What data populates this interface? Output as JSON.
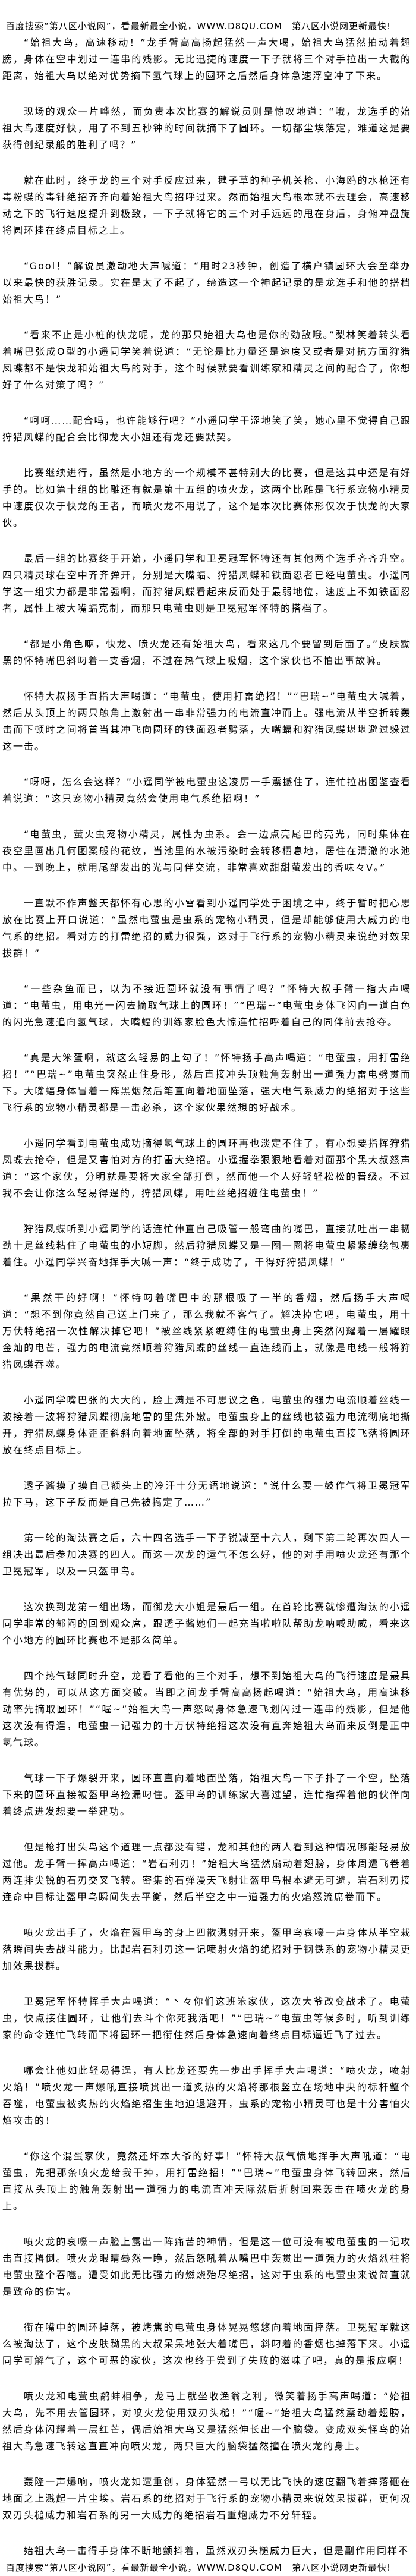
{
  "banner": "百度搜索“第八区小说网”，看最新最全小说，WWW.D8QU.COM　第八区小说网更新最快!",
  "paragraphs": [
    "“始祖大鸟，高速移动！”龙手臂高高扬起猛然一声大喝，始祖大鸟猛然拍动着翅膀，身体在空中划过一连串的残影。无比迅捷的速度一下子就将三个对手拉出一大截的距离，始祖大鸟以绝对优势摘下氢气球上的圆环之后然后身体急速浮空冲了下来。",
    "现场的观众一片哗然，而负责本次比赛的解说员则是惊叹地道：“哦，龙选手的始祖大鸟速度好快，用了不到五秒钟的时间就摘下了圆环。一切都尘埃落定，难道这是要获得创纪录般的胜利了吗？”",
    "就在此时，终于龙的三个对手反应过来，毽子草的种子机关枪、小海鸥的水枪还有毒粉蝶的毒针绝招齐齐向着始祖大鸟招呼过来。然而始祖大鸟根本就不去理会，高速移动之下的飞行速度提升到极致，一下子就将它的三个对手远远的甩在身后，身俯冲盘旋将圆环挂在终点目标之上。",
    "“Gool！”解说员激动地大声喊道：“用时23秒钟，创造了横户镇圆环大会至举办以来最快的获胜记录。实在是太了不起了，缔造这一个神起记录的是龙选手和他的搭档始祖大鸟！”",
    "“看来不止是小桩的快龙呢，龙的那只始祖大鸟也是你的劲敌哦。”梨林笑着转头看着嘴巴张成O型的小遥同学笑着说道：“无论是比力量还是速度又或者是对抗方面狩猎凤蝶都不是快龙和始祖大鸟的对手，这个时候就要看训练家和精灵之间的配合了，你想好了什么对策了吗？”",
    "“呵呵……配合吗，也许能够行吧？”小遥同学干涩地笑了笑，她心里不觉得自己跟狩猎凤蝶的配合会比御龙大小姐还有龙还要默契。",
    "比赛继续进行，虽然是小地方的一个规模不甚特别大的比赛，但是这其中还是有好手的。比如第十组的比雕还有就是第十五组的喷火龙，这两个比雕是飞行系宠物小精灵中速度仅次于快龙的王者，而喷火龙不用说了，这个是本次比赛体形仅次于快龙的大家伙。",
    "最后一组的比赛终于开始，小遥同学和卫冕冠军怀特还有其他两个选手齐齐升空。四只精灵球在空中齐齐弹开，分别是大嘴蝠、狩猎凤蝶和铁面忍者已经电萤虫。小遥同学这一组实力都是非常强啊，而狩猎凤蝶看起来反而处于最弱地位，速度上不如铁面忍者，属性上被大嘴蝠克制，而那只电萤虫则是卫冕冠军怀特的搭档了。",
    "“都是小角色嘛，快龙、喷火龙还有始祖大鸟，看来这几个要留到后面了。”皮肤黝黑的怀特嘴巴斜叼着一支香烟，不过在热气球上吸烟，这个家伙也不怕出事故嘛。",
    "怀特大叔扬手直指大声喝道：“电萤虫，使用打雷绝招！”“巴瑞~”电萤虫大喊着，然后从头顶上的两只触角上激射出一串非常强力的电流直冲而上。强电流从半空折转轰击而下顿时之间将首当其冲飞向圆环的铁面忍者劈落，大嘴蝠和狩猎凤蝶堪堪避过躲过这一击。",
    "“呀呀，怎么会这样？”小遥同学被电萤虫这凌厉一手震撼住了，连忙拉出图鉴查看着说道：“这只宠物小精灵竟然会使用电气系绝招啊！”",
    "“电萤虫，萤火虫宠物小精灵，属性为虫系。会一边点亮尾巴的亮光，同时集体在夜空里画出几何图案般的花纹，当池里的水被污染时会转移栖息地，居住在清澈的水池中。一到晚上，就用尾部发出的光与同伴交流，非常喜欢甜甜萤发出的香味々V。”",
    "一直默不作声整天都怀有心思的小雪看到小遥同学处于困境之中，终于暂时把心思放在比赛上开口说道：“虽然电萤虫是虫系的宠物小精灵，但是却能够使用大威力的电气系的绝招。看对方的打雷绝招的威力很强，这对于飞行系的宠物小精灵来说绝对效果拔群！”",
    "“一些杂鱼而已，以为不接近圆环就没有事情了吗？”怀特大叔手臂一指大声喝道：“电萤虫，用电光一闪去摘取气球上的圆环！”“巴瑞~”电萤虫身体飞闪向一道白色的闪光急速追向氢气球，大嘴蝠的训练家脸色大惊连忙招呼着自己的同伴前去抢夺。",
    "“真是大笨蛋啊，就这么轻易的上勾了！”怀特扬手高声喝道：“电萤虫，用打雷绝招！”“巴瑞~”电萤虫突然止住身形，然后直接冲头顶触角轰射出一道强力雷电劈贯而下。大嘴蝠身体冒着一阵黑烟然后笔直向着地面坠落，强大电气系威力的绝招对于这些飞行系的宠物小精灵都是一击必杀，这个家伙果然想的好战术。",
    "小遥同学看到电萤虫成功摘得氢气球上的圆环再也淡定不住了，有心想要指挥狩猎凤蝶去抢夺，但是又害怕对方的打雷大绝招。小遥握拳狠狠地看着对面那个黑大叔怒声道：“这个家伙，分明就是要将大家全部打倒，然而他一个人好轻轻松松的晋级。不过我不会让你这么轻易得逞的，狩猎凤蝶，用吐丝绝招缠住电萤虫！”",
    "狩猎凤蝶听到小遥同学的话连忙伸直自己吸管一般弯曲的嘴巴，直接就吐出一串韧劲十足丝线粘住了电萤虫的小短脚，然后狩猎凤蝶又是一圈一圈将电萤虫紧紧缠绕包裹着住。小遥同学兴奋地挥手大喊一声：“终于成功了，干得好狩猎凤蝶！”",
    "“果然干的好啊！”怀特叼着嘴巴中的那根吸了一半的香烟，然后扬手大声喝道：“想不到你竟然自己送上门来了，那么我就不客气了。解决掉它吧，电萤虫，用十万伏特绝招一次性解决掉它吧！”被丝线紧紧缠缚住的电萤虫身上突然闪耀着一层耀眼金灿的电芒，强力的电流竟然顺着狩猎凤蝶的丝线一直连线而上，就像是电线一般将狩猎凤蝶吞噬。",
    "小遥同学嘴巴张的大大的，脸上满是不可思议之色，电萤虫的强力电流顺着丝线一波接着一波将狩猎凤蝶彻底地雷的里焦外嫩。电萤虫身上的丝线也被强力电流彻底地撕开，狩猎凤蝶身体歪歪斜斜向着地面坠落，将全部的对手打倒的电萤虫直接飞落将圆环放在终点目标上。",
    "透子酱摸了摸自己额头上的冷汗十分无语地说道：“说什么要一鼓作气将卫冕冠军拉下马，这下子反而是自己先被搞定了……”",
    "第一轮的淘汰赛之后，六十四名选手一下子锐减至十六人，剩下第二轮再次四人一组决出最后参加决赛的四人。而这一次龙的运气不怎么好，他的对手用喷火龙还有那个卫冕冠军，以及一只盔甲鸟。",
    "这次换到龙第一组出场，而御龙大小姐是最后一组。在首轮比赛就惨遭淘汰的小遥同学非常的郁闷的回到观众席，跟透子酱她们一起充当啦啦队帮助龙呐喊助威，看来这个小地方的圆环比赛也不是那么简单。",
    "四个热气球同时升空，龙看了看他的三个对手，想不到始祖大鸟的飞行速度是最具有优势的，可以从这方面突破。当即之间龙手臂高高扬起喝道：“始祖大鸟，用高速移动率先摘取圆环！”“喔~”始祖大鸟一声怒喝身体急速飞划闪过一连串的残影，但是他这次没有得逞，电萤虫一记强力的十万伏特绝招这次没有直奔始祖大鸟而来反倒是正中氢气球。",
    "气球一下子爆裂开来，圆环直直向着地面坠落，始祖大鸟一下子扑了一个空，坠落下来的圆环直接被盔甲鸟捡漏叼住。盔甲鸟的训练家大喜过望，连忙指挥着他的伙伴向着终点进发想要一举建功。",
    "但是枪打出头鸟这个道理一点都没有错，龙和其他的两人看到这种情况哪能轻易放过他。龙手臂一挥高声喝道：“岩石利刃！”始祖大鸟猛然扇动着翅膀，身体周遭飞卷着两连排尖锐的石刃交叉飞转。密集的石弹漫天飞射让盔甲鸟根本避无可避，岩石利刃接连命中目标让盔甲鸟瞬间失去平衡，然后半空之中一道强力的火焰怒流席卷而下。",
    "喷火龙出手了，火焰在盔甲鸟的身上四散溅射开来，盔甲鸟哀嚎一声身体从半空栽落瞬间失去战斗能力，比起岩石利刃这一记喷射火焰的绝招对于钢铁系的宠物小精灵更加效果拔群。",
    "卫冕冠军怀特挥手大声喝道：“丶々你们这班笨家伙，这次大爷改变战术了。电萤虫，快点接住圆环，让他们去斗个你死我活吧！”“巴瑞~”电萤虫等候多时，听到训练家的命令连忙飞转而下将圆环一把衔住然后身体急速向着终点目标逼近飞了过去。",
    "哪会让他如此轻易得逞，有人比龙还要先一步出手挥手大声喝道：“喷火龙，喷射火焰！”喷火龙一声爆吼直接喷贯出一道炙热的火焰将那根竖立在场地中央的标杆整个吞噬，电萤虫被炙热的火焰绝招生生地迫退避开，虫系的宠物小精灵可也是十分害怕火焰攻击的！",
    "“你这个混蛋家伙，竟然还坏本大爷的好事！”怀特大叔气愤地挥手大声吼道：“电萤虫，先把那条喷火龙给我干掉，用打雷绝招！”“巴瑞~”电萤虫身体飞转回来，然后直接从头顶上的触角轰射出一道强力的电流直冲天际然后折射回来轰击在喷火龙的身上。",
    "喷火龙的哀嚎一声脸上露出一阵痛苦的神情，但是这一位可没有被电萤虫的一记攻击直接撂倒。喷火龙眼睛蓦然一睁，然后怒吼着从嘴巴中轰贯出一道强力的火焰烈柱将电萤虫整个吞噬。遭受如此无比强力的燃烧殆尽绝招，这对于虫系的电萤虫来说简直就是致命的伤害。",
    "衔在嘴中的圆环掉落，被烤焦的电萤虫身体晃晃悠悠向着地面摔落。卫冕冠军就这么被淘汰了，这个皮肤黝黑的大叔呆呆地张大着嘴巴，斜叼着的香烟也掉落下来。小遥同学可解气了，这个可恶的家伙，这次也终于尝到了失败的滋味了吧，真的是报应啊！",
    "喷火龙和电萤虫鹬蚌相争，龙马上就坐收渔翁之利，微笑着扬手高声喝道：“始祖大鸟，先不用去管圆环，对喷火龙使用双刃头槌！”“喔~”始祖大鸟猛然震动着翅膀，然后身体闪耀着一层红芒，偶后始祖大鸟又是猛然伸长出一个脑袋。变成双头怪鸟的始祖大鸟急速飞转这直直冲向喷火龙，两只巨大的脑袋猛然撞在喷火龙的身上。",
    "轰隆一声爆响，喷火龙如遭重创，身体猛然一弓以无比飞快的速度翻飞着摔落砸在地面之上溅起一片尘埃。岩石系的绝招对于飞行系的宠物小精灵来说效果拔群，更何况双刃头槌威力和岩石系的另一大威力的绝招岩石重炮威力不分轩轾。",
    "始祖大鸟一击得手身体不断地颤抖着，虽然双刃头槌威力巨大，但是副作用同样不"
  ]
}
